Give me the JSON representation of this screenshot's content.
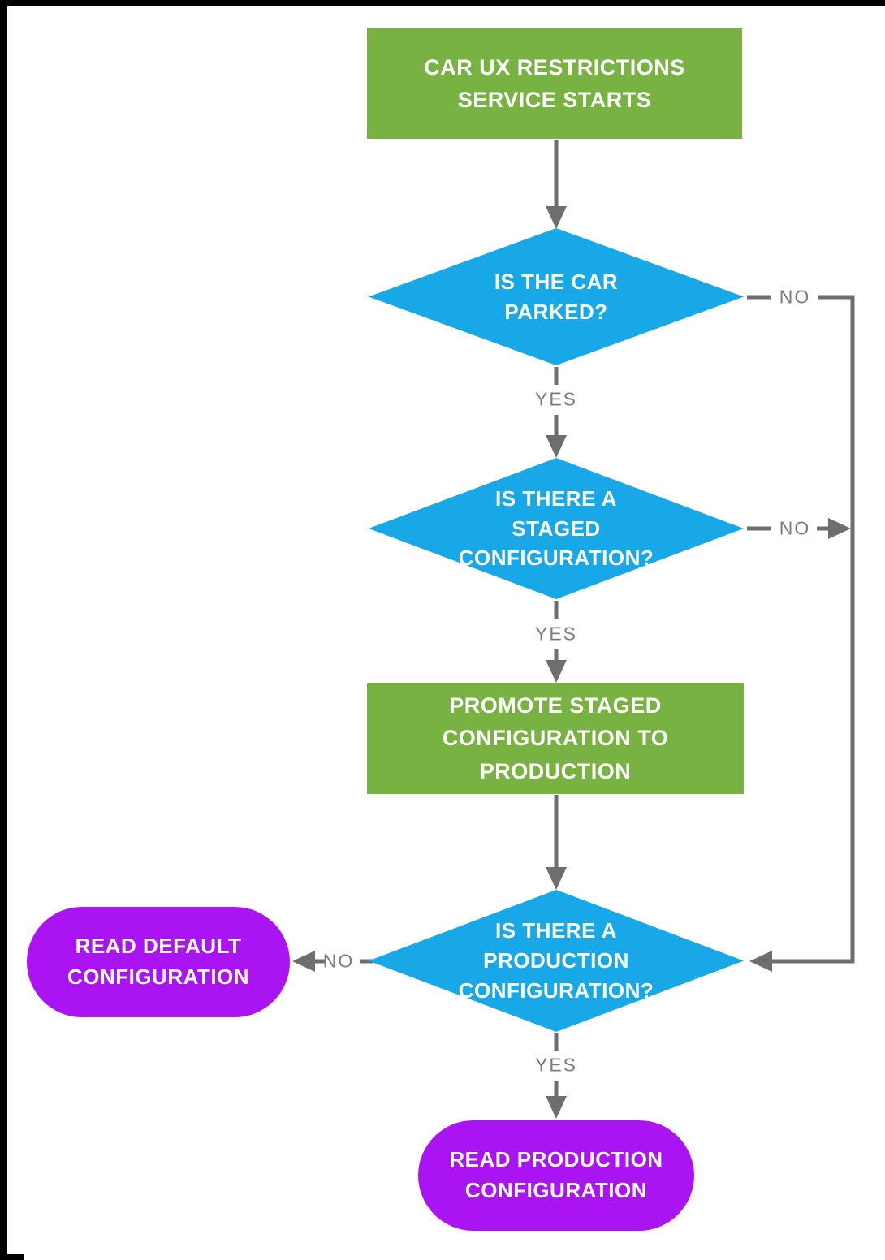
{
  "diagram": {
    "type": "flowchart",
    "colors": {
      "process_green": "#77B243",
      "decision_blue": "#18A8E8",
      "terminal_purple": "#AB14F2",
      "connector_gray": "#6E6E6E",
      "edge_label_gray": "#7C7C7C",
      "node_text": "#FFFFFF",
      "background": "#FFFFFF",
      "frame_black": "#000000"
    },
    "nodes": {
      "start": {
        "type": "process",
        "label": "CAR UX RESTRICTIONS\nSERVICE STARTS"
      },
      "parked": {
        "type": "decision",
        "label": "IS THE CAR\nPARKED?"
      },
      "staged": {
        "type": "decision",
        "label": "IS THERE A\nSTAGED\nCONFIGURATION?"
      },
      "promote": {
        "type": "process",
        "label": "PROMOTE STAGED\nCONFIGURATION TO PRODUCTION"
      },
      "production": {
        "type": "decision",
        "label": "IS THERE A\nPRODUCTION\nCONFIGURATION?"
      },
      "read_default": {
        "type": "terminal",
        "label": "READ DEFAULT\nCONFIGURATION"
      },
      "read_production": {
        "type": "terminal",
        "label": "READ PRODUCTION\nCONFIGURATION"
      }
    },
    "edges": [
      {
        "from": "start",
        "to": "parked",
        "label": ""
      },
      {
        "from": "parked",
        "to": "staged",
        "label": "YES"
      },
      {
        "from": "parked",
        "to": "production",
        "label": "NO"
      },
      {
        "from": "staged",
        "to": "promote",
        "label": "YES"
      },
      {
        "from": "staged",
        "to": "production",
        "label": "NO"
      },
      {
        "from": "promote",
        "to": "production",
        "label": ""
      },
      {
        "from": "production",
        "to": "read_production",
        "label": "YES"
      },
      {
        "from": "production",
        "to": "read_default",
        "label": "NO"
      }
    ]
  }
}
